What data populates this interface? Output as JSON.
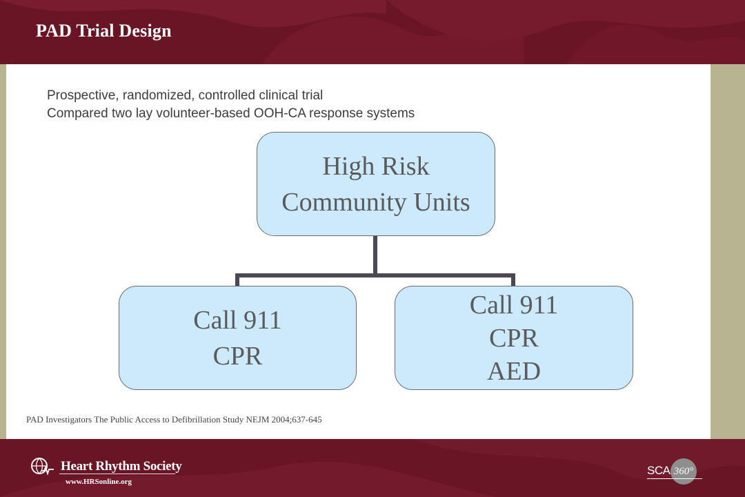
{
  "slide": {
    "title": "PAD Trial Design",
    "bullets": [
      "Prospective, randomized, controlled  clinical trial",
      "Compared two lay volunteer-based OOH-CA response systems"
    ],
    "citation": "PAD Investigators The Public Access to Defibrillation Study NEJM 2004;637-645"
  },
  "diagram": {
    "root": {
      "lines": [
        "High Risk",
        "Community Units"
      ]
    },
    "children": [
      {
        "lines": [
          "Call 911",
          "CPR"
        ]
      },
      {
        "lines": [
          "Call 911",
          "CPR",
          "AED"
        ]
      }
    ]
  },
  "footer": {
    "org_name": "Heart Rhythm Society",
    "org_url": "www.HRSonline.org",
    "sca_text": "SCA",
    "sca_number": "360°"
  },
  "colors": {
    "maroon": "#6a1526",
    "box_fill": "#cdeafc",
    "connector": "#4a4a55",
    "side_bar": "#b8b391"
  }
}
